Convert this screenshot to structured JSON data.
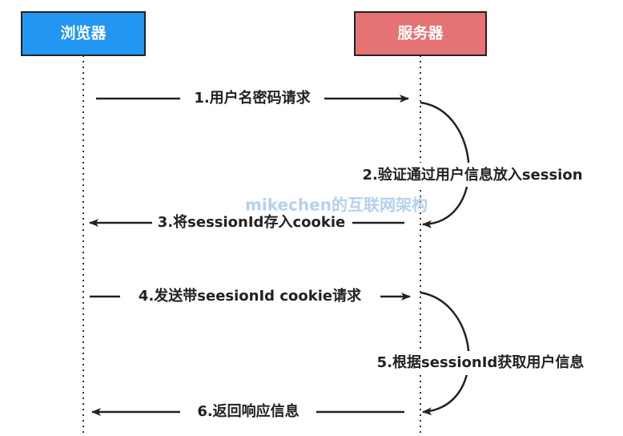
{
  "actors": {
    "browser": {
      "label": "浏览器",
      "color": "#2196f3"
    },
    "server": {
      "label": "服务器",
      "color": "#e57373"
    }
  },
  "messages": [
    {
      "label": "1.用户名密码请求"
    },
    {
      "label": "2.验证通过用户信息放入session"
    },
    {
      "label": "3.将sessionId存入cookie"
    },
    {
      "label": "4.发送带seesionId cookie请求"
    },
    {
      "label": "5.根据sessionId获取用户信息"
    },
    {
      "label": "6.返回响应信息"
    }
  ],
  "watermark": "mikechen的互联网架构"
}
